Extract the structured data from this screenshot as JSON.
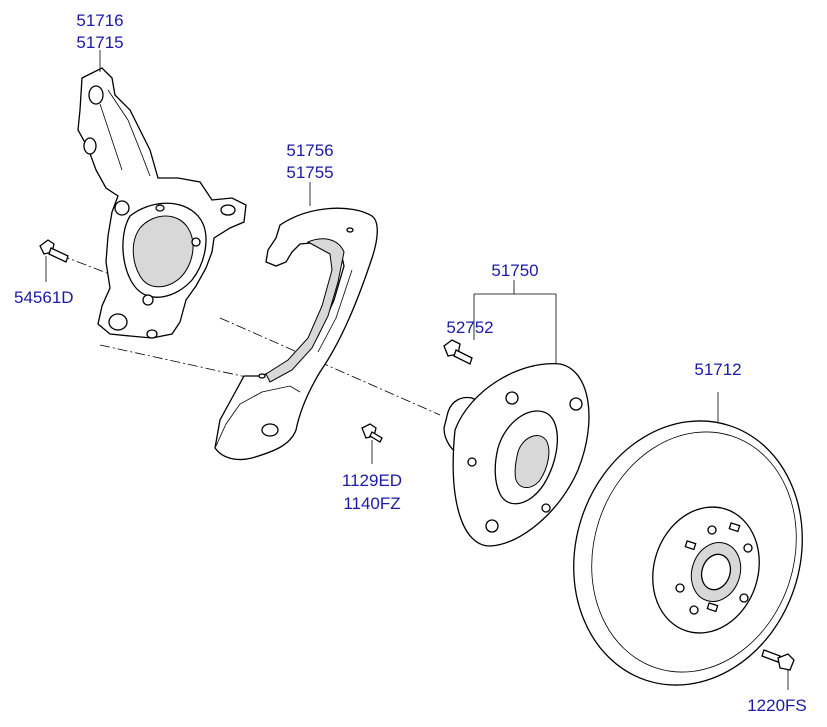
{
  "labels": {
    "knuckle_a": "51716",
    "knuckle_b": "51715",
    "bolt_knuckle": "54561D",
    "dust_cover_a": "51756",
    "dust_cover_b": "51755",
    "screw_a": "1129ED",
    "screw_b": "1140FZ",
    "hub_assembly": "51750",
    "hub_bolt": "52752",
    "disc": "51712",
    "disc_screw": "1220FS"
  }
}
